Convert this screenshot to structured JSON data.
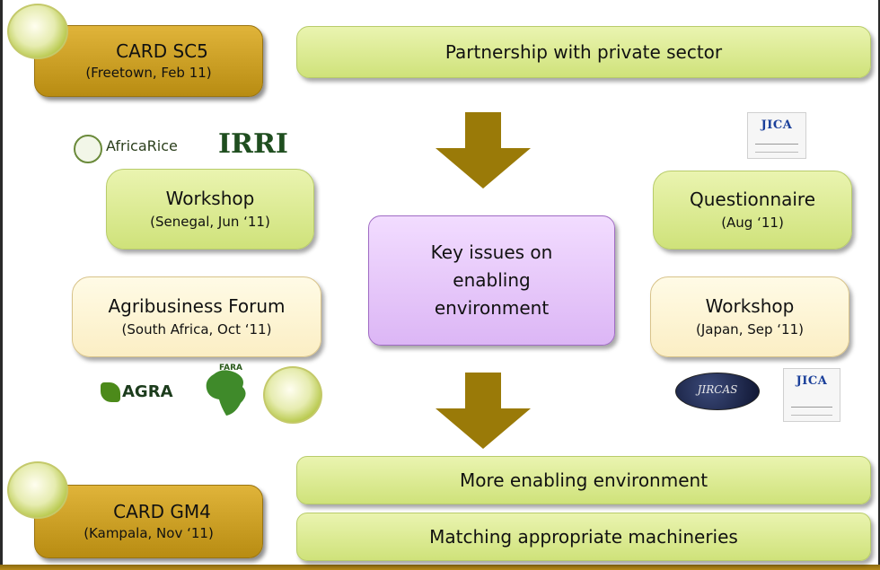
{
  "top_event": {
    "title": "CARD SC5",
    "subtitle": "(Freetown, Feb 11)"
  },
  "top_output": {
    "text": "Partnership with private sector"
  },
  "left_upper": {
    "title": "Workshop",
    "subtitle": "(Senegal, Jun ‘11)"
  },
  "left_lower": {
    "title": "Agribusiness Forum",
    "subtitle": "(South Africa, Oct ‘11)"
  },
  "center": {
    "line1": "Key issues on",
    "line2": "enabling",
    "line3": "environment"
  },
  "right_upper": {
    "title": "Questionnaire",
    "subtitle": "(Aug ‘11)"
  },
  "right_lower": {
    "title": "Workshop",
    "subtitle": "(Japan, Sep ‘11)"
  },
  "bottom_event": {
    "title": "CARD GM4",
    "subtitle": "(Kampala, Nov ‘11)"
  },
  "bottom_outputs": [
    "More enabling environment",
    "Matching appropriate machineries"
  ],
  "logos": {
    "africarice": "AfricaRice",
    "irri": "IRRI",
    "agra": "AGRA",
    "fara": "FARA",
    "jica_top": "JICA",
    "jircas": "JIRCAS",
    "jica_bottom": "JICA"
  },
  "colors": {
    "arrow": "#9a7a08",
    "gold_box": "#c89c22",
    "green_box": "#d8ea90",
    "cream_box": "#fcf1cc",
    "purple_box": "#e6c6fa"
  }
}
